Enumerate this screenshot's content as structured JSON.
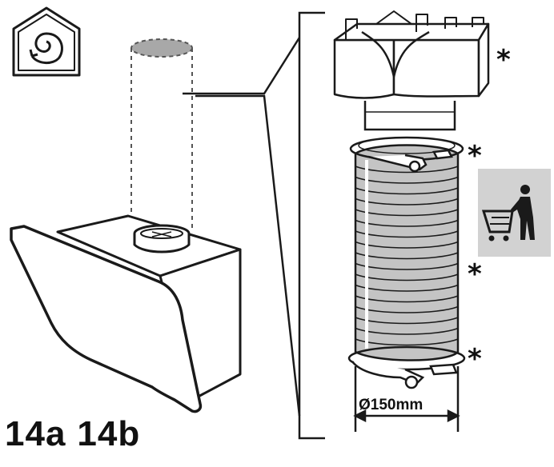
{
  "figure": {
    "labels": [
      "14a",
      "14b"
    ],
    "diameter_label": "Ø150mm",
    "asterisks": [
      "*",
      "*",
      "*",
      "*"
    ]
  },
  "icons": {
    "recirculation": "house-recirculation-icon",
    "purchase": "shopping-cart-person-icon"
  },
  "colors": {
    "line": "#1a1a1a",
    "hose_fill": "#c4c4c4",
    "shop_bg": "#d2d2d2",
    "duct_top": "#a8a8a8"
  }
}
